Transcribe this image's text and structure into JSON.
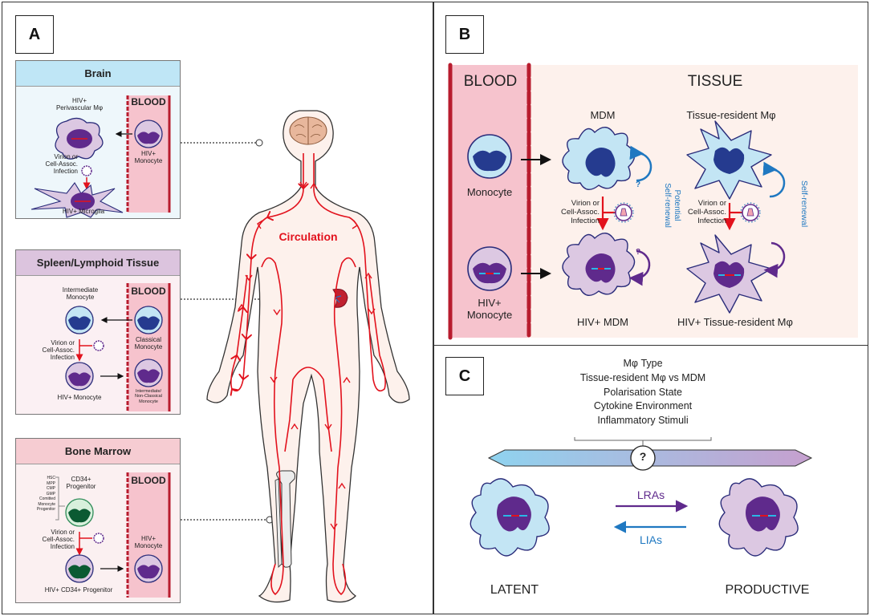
{
  "colors": {
    "blood_vessel": "#b81c2e",
    "blood_fill": "#f6c3cd",
    "tissue_fill": "#fdf1ec",
    "brain_header": "#bfe6f6",
    "brain_body": "#eef7fb",
    "spleen_header": "#dcc4de",
    "spleen_body": "#fbf0f3",
    "bone_header": "#f6ccd2",
    "bone_body": "#fbf0f1",
    "circulation": "#e2121d",
    "uninfected_cell": "#c3e5f4",
    "infected_cell": "#dcc8e2",
    "uninfected_nucleus": "#253b8f",
    "infected_nucleus": "#5f2a8c",
    "progenitor_nucleus": "#0b5a32",
    "self_renewal_blue": "#1f78c1",
    "self_renewal_purple": "#5f2a8c"
  },
  "panelA": {
    "letter": "A",
    "brain": {
      "title": "Brain",
      "blood": "BLOOD",
      "perivascular": [
        "HIV+",
        "Perivascular Mφ"
      ],
      "monocyte": [
        "HIV+",
        "Monocyte"
      ],
      "infection": [
        "Virion or",
        "Cell-Assoc.",
        "Infection"
      ],
      "microglia": "HIV+ Microglia"
    },
    "spleen": {
      "title": "Spleen/Lymphoid Tissue",
      "blood": "BLOOD",
      "intermediate": [
        "Intermediate",
        "Monocyte"
      ],
      "classical": [
        "Classical",
        "Monocyte"
      ],
      "infection": [
        "Virion or",
        "Cell-Assoc.",
        "Infection"
      ],
      "hiv_monocyte": "HIV+ Monocyte",
      "nonclassical": [
        "Intermediate/",
        "Non-Classical",
        "Monocyte"
      ]
    },
    "bone": {
      "title": "Bone Marrow",
      "blood": "BLOOD",
      "progenitor_types": [
        "HSC",
        "MPP",
        "CMP",
        "GMP",
        "Comitted",
        "Monocyte",
        "Progenitor"
      ],
      "cd34": [
        "CD34+",
        "Progenitor"
      ],
      "infection": [
        "Virion or",
        "Cell-Assoc.",
        "Infection"
      ],
      "hiv_monocyte": [
        "HIV+",
        "Monocyte"
      ],
      "hiv_cd34": "HIV+ CD34+ Progenitor"
    },
    "body": {
      "circulation": "Circulation"
    }
  },
  "panelB": {
    "letter": "B",
    "blood": "BLOOD",
    "tissue": "TISSUE",
    "monocyte": "Monocyte",
    "hiv_monocyte": [
      "HIV+",
      "Monocyte"
    ],
    "mdm": "MDM",
    "hiv_mdm": "HIV+ MDM",
    "tissue_resident": "Tissue-resident Mφ",
    "hiv_tissue_resident": "HIV+ Tissue-resident Mφ",
    "infection": [
      "Virion or",
      "Cell-Assoc.",
      "Infection"
    ],
    "potential_self_renewal": [
      "Potential",
      "Self-renewal"
    ],
    "self_renewal": "Self-renewal",
    "question": "?"
  },
  "panelC": {
    "letter": "C",
    "factors": [
      "Mφ Type",
      "Tissue-resident Mφ vs MDM",
      "Polarisation State",
      "Cytokine Environment",
      "Inflammatory Stimuli"
    ],
    "question": "?",
    "lras": "LRAs",
    "lias": "LIAs",
    "latent": "LATENT",
    "productive": "PRODUCTIVE"
  }
}
